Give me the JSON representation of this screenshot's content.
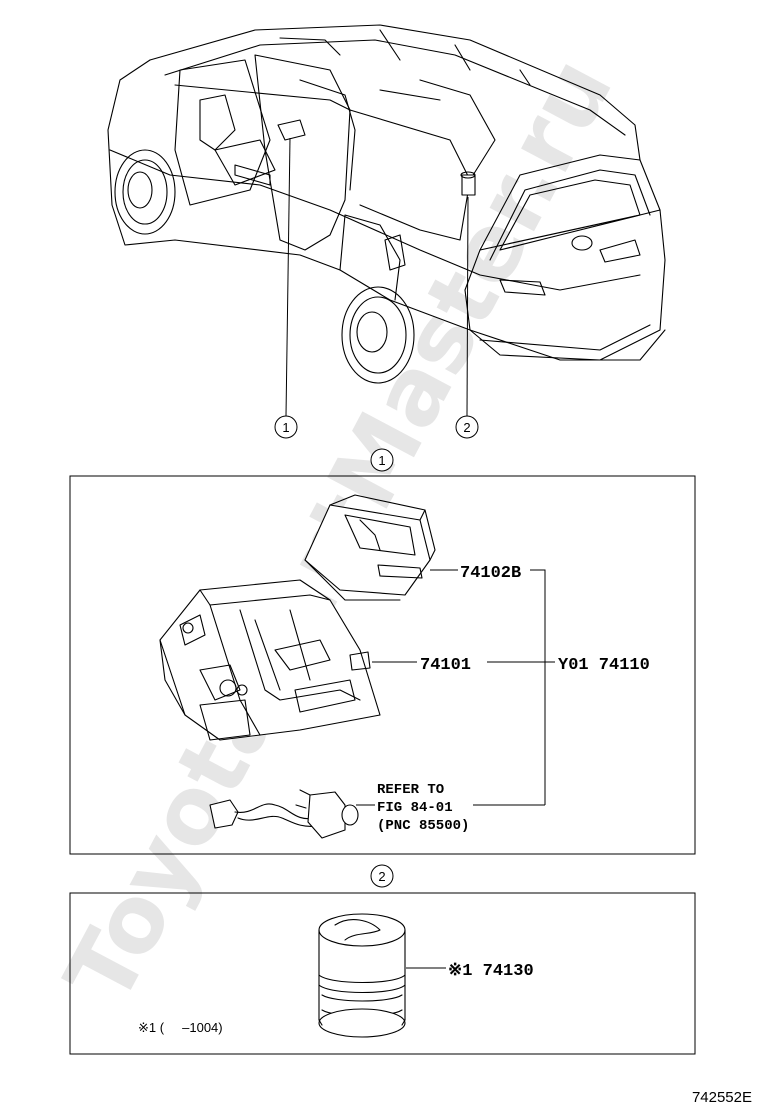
{
  "watermark": "ToyotaPartMaster.ru",
  "callouts": {
    "c1": "1",
    "c2": "2"
  },
  "panel1": {
    "parts": {
      "p1": "74102B",
      "p2": "74101",
      "assy": "Y01 74110"
    },
    "refer": {
      "line1": "REFER TO",
      "line2": "FIG 84-01",
      "line3": "(PNC 85500)"
    }
  },
  "panel2": {
    "part": "※1 74130",
    "note": "※1 (     –1004)"
  },
  "figure_id": "742552E"
}
